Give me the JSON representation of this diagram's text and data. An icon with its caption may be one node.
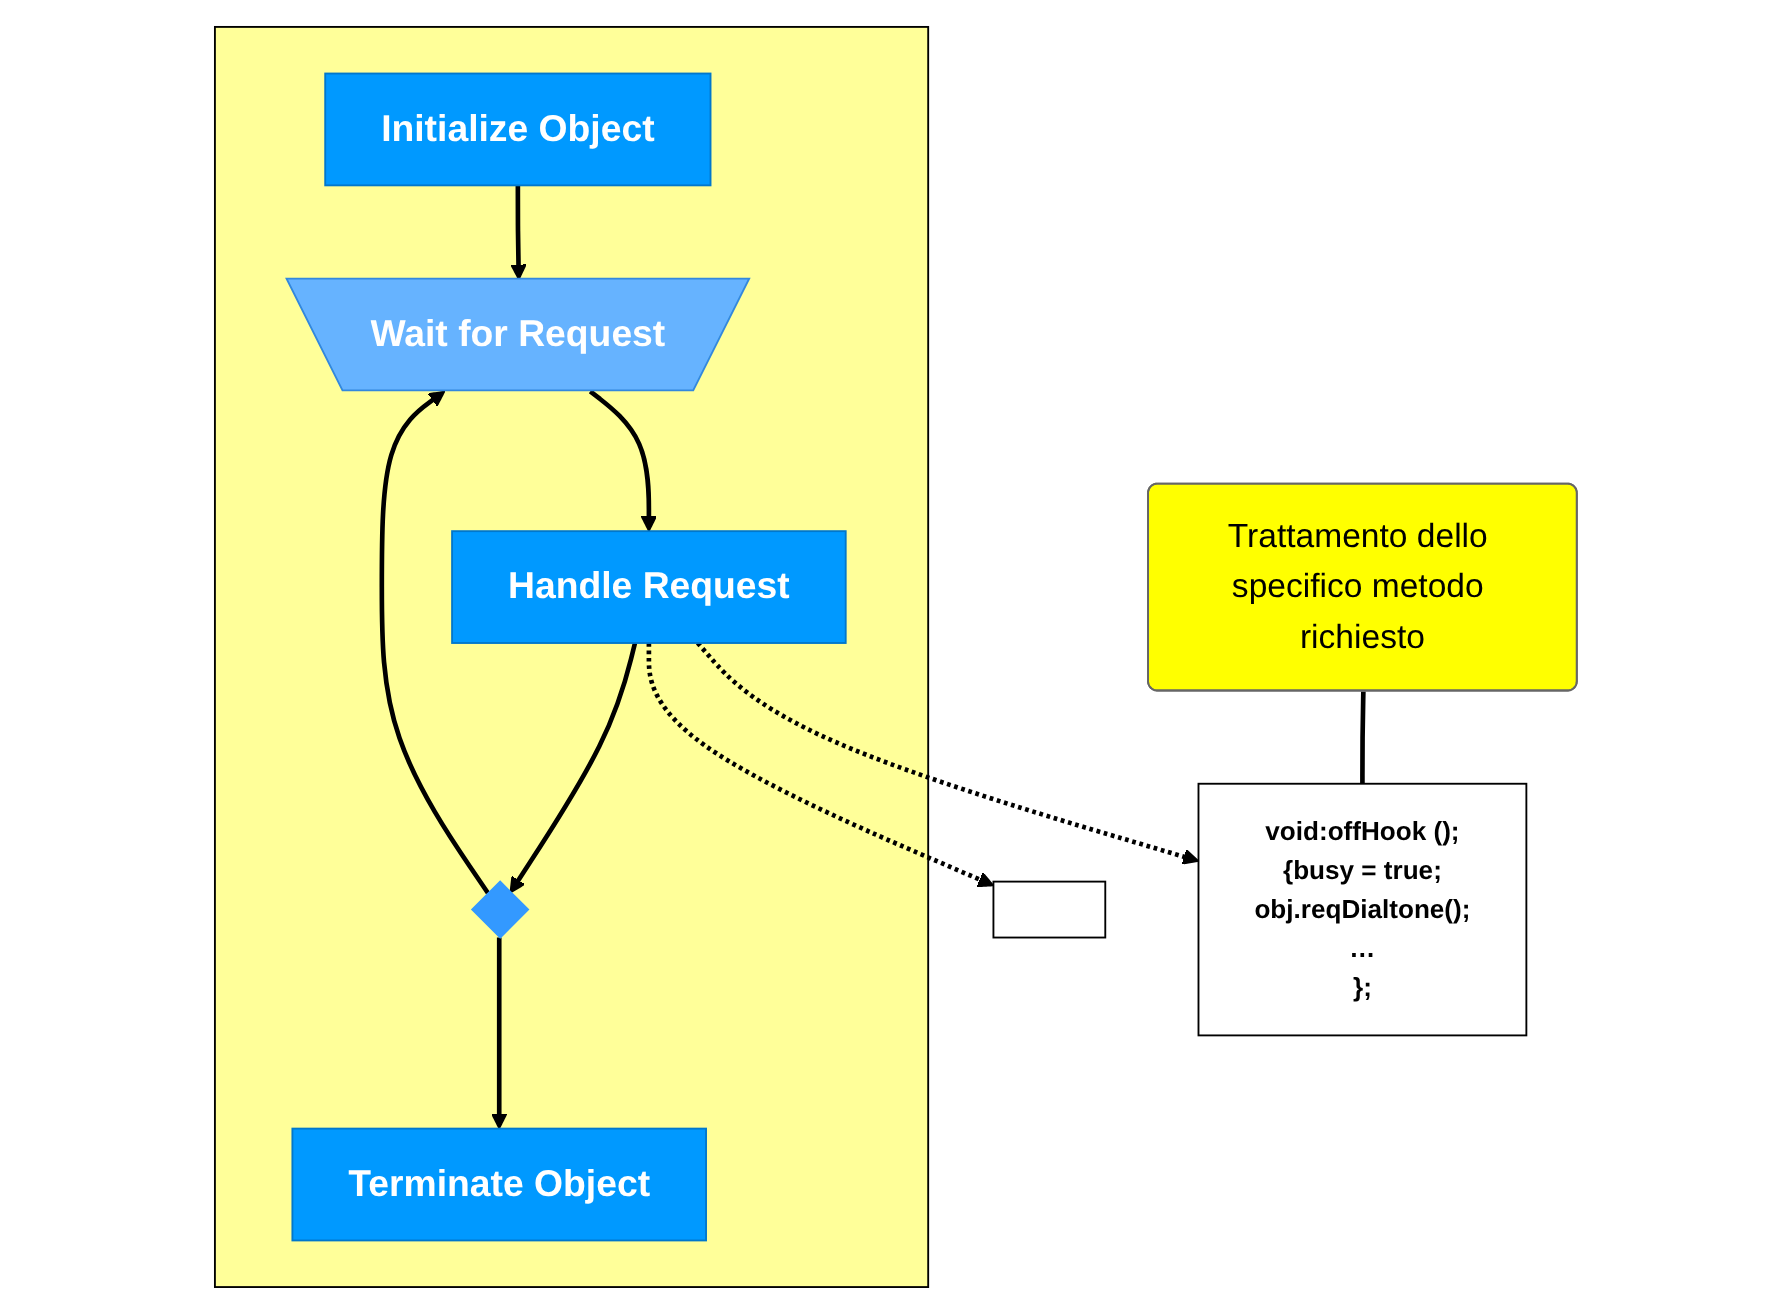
{
  "diagram": {
    "nodes": [
      {
        "text": [],
        "shape": "box"
      },
      {
        "text": [
          "Initialize Object"
        ],
        "in": 0
      },
      {
        "text": [
          "Wait for Request"
        ],
        "in": 0
      },
      {
        "text": [
          "Handle Request"
        ],
        "in": 0
      },
      {
        "text": [],
        "shape": "diamond",
        "in": 0
      },
      {
        "text": [
          "Terminate Object"
        ],
        "in": 0
      },
      {
        "text": [
          "Trattamento dello specifico metodo richiesto"
        ]
      },
      {
        "text": [
          "void:offHook ();",
          "{busy = true;",
          "obj.reqDialtone();",
          "…",
          "};"
        ]
      },
      {
        "text": [],
        "shape": "box"
      }
    ],
    "edges": [
      {
        "from": 1,
        "to": 2,
        "arrow": "to"
      },
      {
        "from": 2,
        "to": 3,
        "arrow": "to"
      },
      {
        "from": 3,
        "to": 4,
        "arrow": "to"
      },
      {
        "from": 4,
        "to": 5,
        "arrow": "to"
      },
      {
        "from": 4,
        "to": 2,
        "arrow": "to"
      },
      {
        "from": 3,
        "to": 7,
        "arrow": "to",
        "style": "dashed"
      },
      {
        "from": 3,
        "to": 8,
        "arrow": "to",
        "style": "dashed"
      },
      {
        "from": 6,
        "to": 7,
        "arrow": "none"
      }
    ]
  }
}
